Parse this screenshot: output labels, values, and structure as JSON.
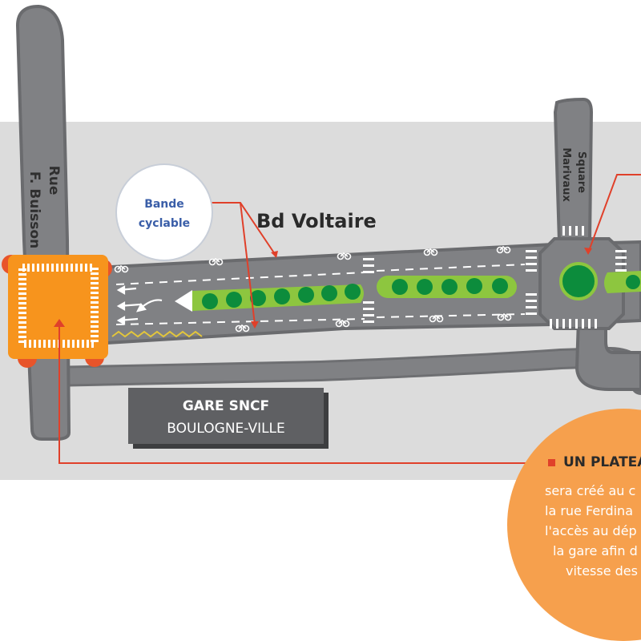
{
  "streets": {
    "rue_line1": "Rue",
    "rue_line2": "F. Buisson",
    "square_line1": "Square",
    "square_line2": "Marivaux",
    "boulevard": "Bd Voltaire"
  },
  "bike_lane_bubble": {
    "line1": "Bande",
    "line2": "cyclable"
  },
  "station": {
    "line1": "GARE SNCF",
    "line2": "BOULOGNE-VILLE"
  },
  "callout": {
    "title": "UN PLATEAU",
    "lines": [
      "sera créé au c",
      "la rue Ferdina",
      "l'accès au dép",
      "la gare  afin d",
      "vitesse des"
    ]
  },
  "colors": {
    "road": "#7f8083",
    "road_edge": "#6e6f72",
    "background_band": "#dcdcdc",
    "plateau": "#f7941d",
    "plateau_corner": "#e8542a",
    "median": "#8dc63f",
    "tree": "#0c8c3c",
    "leader_line": "#e0402a",
    "callout_fill": "#f6a04d",
    "station_box": "#5f6063"
  },
  "icons": [
    "bicycle-marking-icon",
    "lane-arrow-icon",
    "tree-icon",
    "callout-bullet-icon"
  ]
}
